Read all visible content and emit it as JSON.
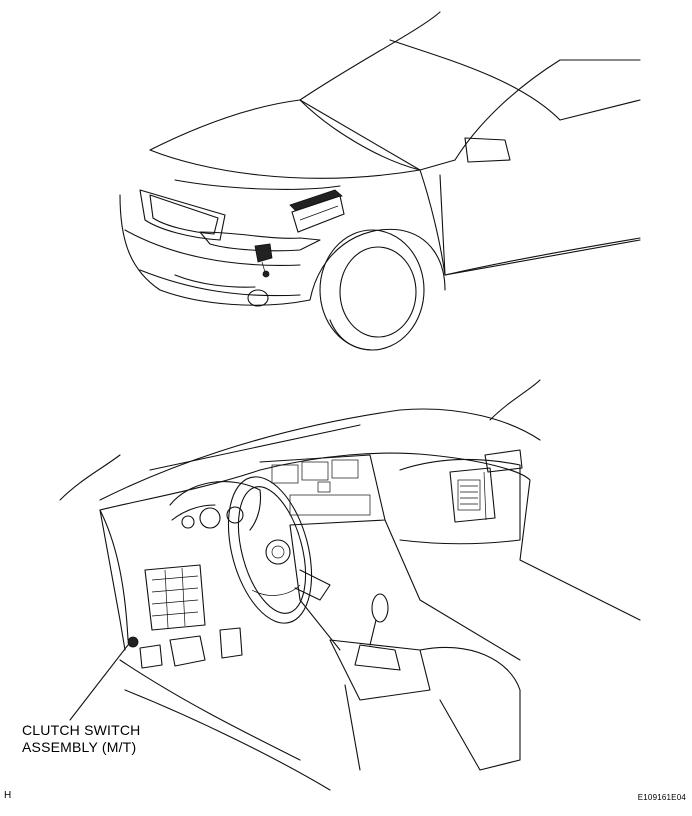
{
  "callout": {
    "line1": "CLUTCH SWITCH",
    "line2": "ASSEMBLY  (M/T)"
  },
  "corner_letter": "H",
  "figure_code": "E109161E04"
}
